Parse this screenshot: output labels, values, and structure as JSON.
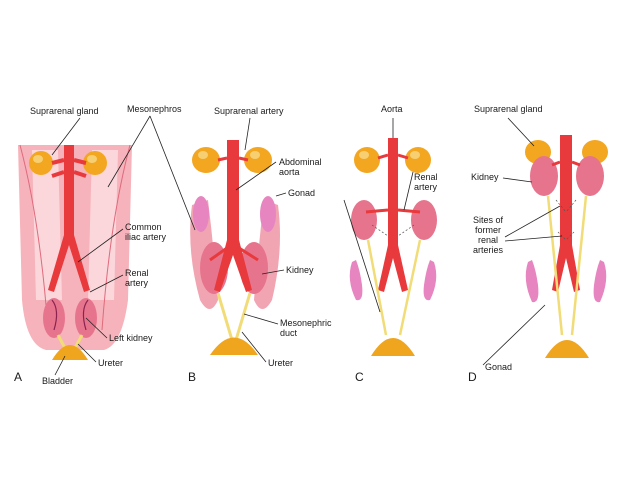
{
  "colors": {
    "artery": "#e8393c",
    "artery_dark": "#b52a2e",
    "gland": "#f3a61f",
    "gland_light": "#f7c65a",
    "mesonephros": "#f19aa4",
    "mesonephros_light": "#f9c9cf",
    "kidney": "#e7748d",
    "kidney_light": "#f1a8ba",
    "gonad": "#e785c0",
    "ureter": "#f1dc77",
    "bladder": "#f0a51f"
  },
  "labels": {
    "suprarenal_gland_a": "Suprarenal gland",
    "mesonephros": "Mesonephros",
    "common_iliac_artery": "Common iliac artery",
    "renal_artery_a": "Renal artery",
    "left_kidney": "Left kidney",
    "ureter_a": "Ureter",
    "bladder": "Bladder",
    "suprarenal_artery": "Suprarenal artery",
    "abdominal_aorta": "Abdominal aorta",
    "gonad_b": "Gonad",
    "kidney_b": "Kidney",
    "mesonephric_duct": "Mesonephric duct",
    "ureter_b": "Ureter",
    "aorta": "Aorta",
    "renal_artery_c": "Renal artery",
    "suprarenal_gland_d": "Suprarenal gland",
    "kidney_d": "Kidney",
    "sites_former_renal": "Sites of former renal arteries",
    "gonad_d": "Gonad"
  },
  "panels": [
    "A",
    "B",
    "C",
    "D"
  ]
}
